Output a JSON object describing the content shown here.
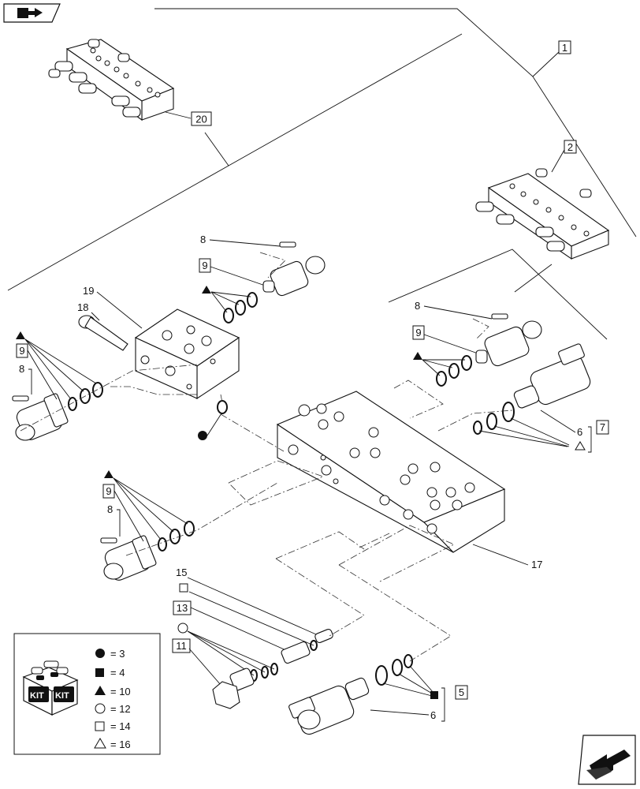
{
  "callouts": {
    "c1": "1",
    "c2": "2",
    "c20": "20",
    "c19": "19",
    "c18": "18",
    "c8a": "8",
    "c8b": "8",
    "c8c": "8",
    "c8d": "8",
    "c9a": "9",
    "c9b": "9",
    "c9c": "9",
    "c9d": "9",
    "c6a": "6",
    "c6b": "6",
    "c7": "7",
    "c5": "5",
    "c17": "17",
    "c15": "15",
    "c13": "13",
    "c11": "11"
  },
  "legend": {
    "kit_text_1": "KIT",
    "kit_text_2": "KIT",
    "rows": [
      {
        "symbol": "filled-circle",
        "text": "= 3"
      },
      {
        "symbol": "filled-square",
        "text": "= 4"
      },
      {
        "symbol": "filled-triangle",
        "text": "= 10"
      },
      {
        "symbol": "open-circle",
        "text": "= 12"
      },
      {
        "symbol": "open-square",
        "text": "= 14"
      },
      {
        "symbol": "open-triangle",
        "text": "= 16"
      }
    ]
  },
  "icons": {
    "top_left": "previous-page-arrow-icon",
    "bottom_right": "next-page-arrow-icon"
  }
}
